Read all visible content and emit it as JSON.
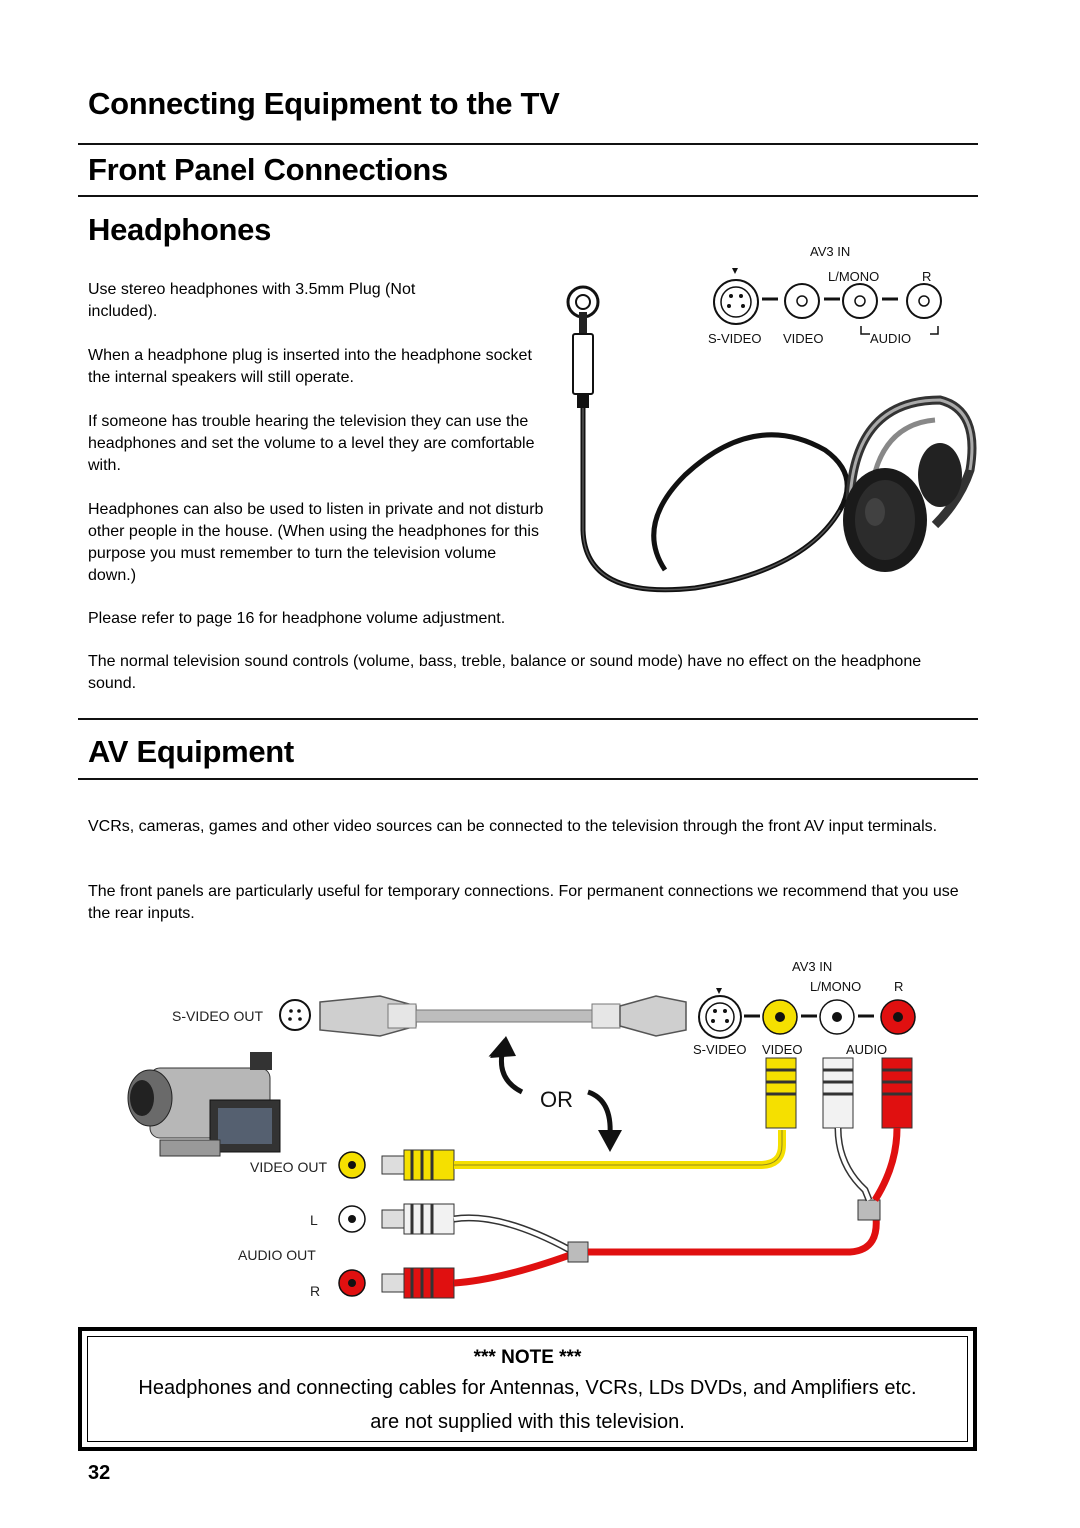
{
  "titles": {
    "main": "Connecting Equipment to the TV",
    "section": "Front Panel Connections",
    "headphones": "Headphones",
    "av": "AV Equipment"
  },
  "headphones": {
    "p1": "Use stereo headphones with 3.5mm Plug (Not included).",
    "p2": "When a headphone plug is inserted into the headphone socket the internal speakers will still operate.",
    "p3": "If someone has trouble hearing the television they can use the headphones and set the volume to a level they are comfortable with.",
    "p4": "Headphones can also be used to listen in private and not disturb other people in the house. (When using the headphones for this purpose you must remember to turn the television volume down.)",
    "p5": "Please refer to page 16 for headphone volume adjustment.",
    "p6": "The normal television sound controls (volume, bass, treble, balance or sound mode) have no effect on the headphone sound."
  },
  "panel_top": {
    "title": "AV3 IN",
    "lmono": "L/MONO",
    "r": "R",
    "svideo": "S-VIDEO",
    "video": "VIDEO",
    "audio": "AUDIO"
  },
  "av": {
    "p1": "VCRs, cameras, games and other video sources can be connected to the television through the front AV input terminals.",
    "p2": "The front panels are particularly useful for temporary connections. For permanent connections we recommend that you use the rear inputs."
  },
  "diagram": {
    "panel_title": "AV3 IN",
    "lmono": "L/MONO",
    "r": "R",
    "svideo": "S-VIDEO",
    "video": "VIDEO",
    "audio": "AUDIO",
    "svideo_out": "S-VIDEO OUT",
    "video_out": "VIDEO OUT",
    "l": "L",
    "audio_out": "AUDIO OUT",
    "r_out": "R",
    "or": "OR"
  },
  "colors": {
    "yellow": "#f5e000",
    "red": "#e01010",
    "white_plug": "#f2f2f2",
    "rule": "#111111"
  },
  "note": {
    "title": "*** NOTE ***",
    "line1": "Headphones and connecting cables for Antennas, VCRs, LDs DVDs, and Amplifiers etc.",
    "line2": "are not supplied with this television."
  },
  "page_number": "32"
}
